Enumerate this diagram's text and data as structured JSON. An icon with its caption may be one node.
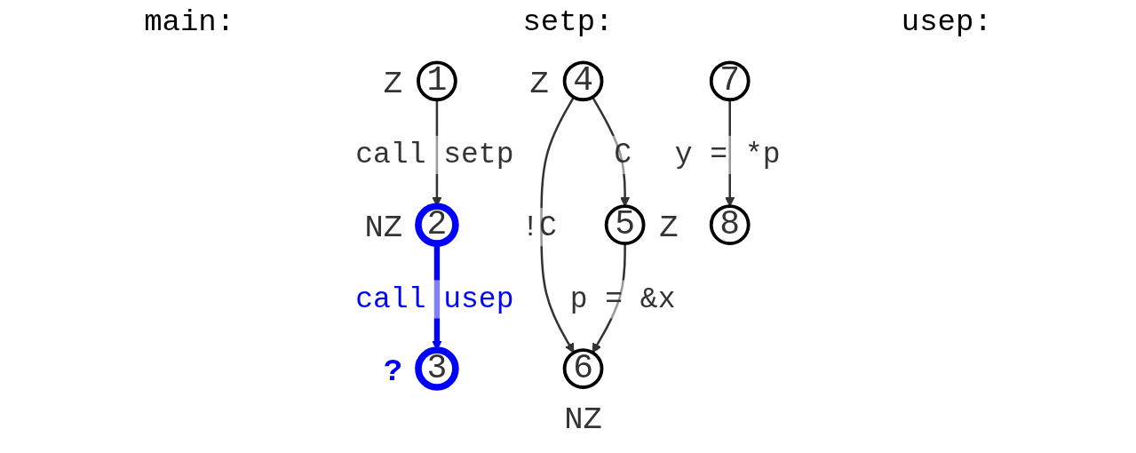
{
  "diagram": {
    "nodes": [
      {
        "text": [
          "1"
        ],
        "beside": [
          "Z"
        ]
      },
      {
        "text": [
          "2"
        ],
        "beside": [
          "NZ"
        ]
      },
      {
        "text": [
          "3"
        ],
        "beside": [
          "?"
        ]
      },
      {
        "text": [
          "4"
        ],
        "beside": [
          "Z"
        ]
      },
      {
        "text": [
          "5"
        ],
        "beside": [
          "Z"
        ]
      },
      {
        "text": [
          "6"
        ],
        "beside": [
          "NZ"
        ]
      },
      {
        "text": [
          "7"
        ]
      },
      {
        "text": [
          "8"
        ]
      }
    ],
    "edges": [
      {
        "from": 0,
        "to": 1,
        "arrow": "to",
        "label": "call setp"
      },
      {
        "from": 1,
        "to": 2,
        "arrow": "to",
        "label": "call usep",
        "style": "thick",
        "color": "#0000ff"
      },
      {
        "from": 3,
        "to": 5,
        "arrow": "to",
        "label": "!C"
      },
      {
        "from": 3,
        "to": 4,
        "arrow": "to",
        "label": "C"
      },
      {
        "from": 4,
        "to": 5,
        "arrow": "to",
        "label": "p = &x"
      },
      {
        "from": 6,
        "to": 7,
        "arrow": "to",
        "label": "y = *p"
      }
    ],
    "labels": [
      "main:",
      "setp:",
      "usep:"
    ]
  }
}
